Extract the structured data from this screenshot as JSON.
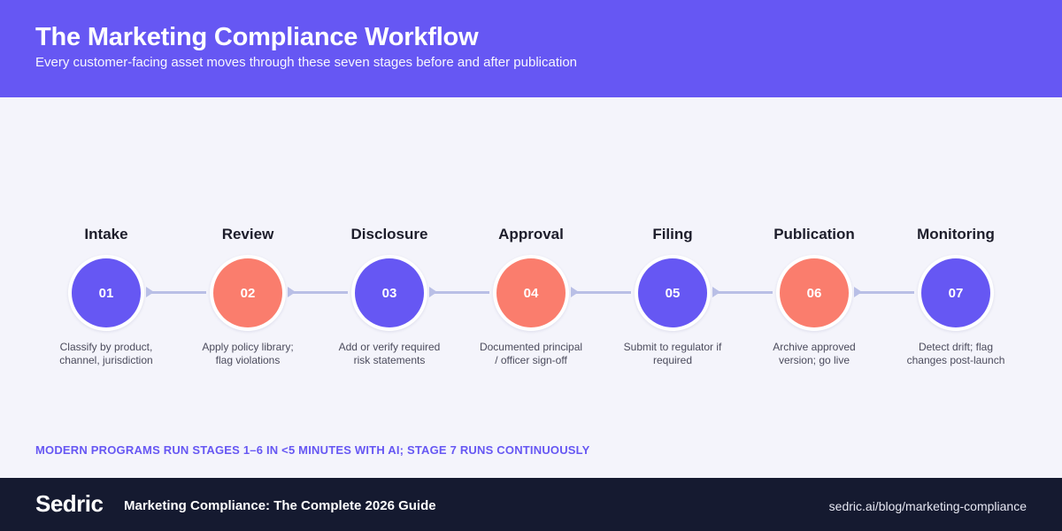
{
  "header": {
    "title": "The Marketing Compliance Workflow",
    "subtitle": "Every customer-facing asset moves through these seven stages before and after publication",
    "bg_color": "#6657f3"
  },
  "stages": [
    {
      "name": "Intake",
      "number": "01",
      "description": "Classify by product, channel, jurisdiction",
      "color": "#6657f3"
    },
    {
      "name": "Review",
      "number": "02",
      "description": "Apply policy library; flag violations",
      "color": "#fa7d6d"
    },
    {
      "name": "Disclosure",
      "number": "03",
      "description": "Add or verify required risk statements",
      "color": "#6657f3"
    },
    {
      "name": "Approval",
      "number": "04",
      "description": "Documented principal / officer sign-off",
      "color": "#fa7d6d"
    },
    {
      "name": "Filing",
      "number": "05",
      "description": "Submit to regulator if required",
      "color": "#6657f3"
    },
    {
      "name": "Publication",
      "number": "06",
      "description": "Archive approved version; go live",
      "color": "#fa7d6d"
    },
    {
      "name": "Monitoring",
      "number": "07",
      "description": "Detect drift; flag changes post-launch",
      "color": "#6657f3"
    }
  ],
  "note": "MODERN PROGRAMS RUN STAGES 1–6 IN <5 MINUTES WITH AI; STAGE 7 RUNS CONTINUOUSLY",
  "footer": {
    "logo": "Sedric",
    "guide_title": "Marketing Compliance: The Complete 2026 Guide",
    "url": "sedric.ai/blog/marketing-compliance",
    "bg_color": "#151a30"
  }
}
